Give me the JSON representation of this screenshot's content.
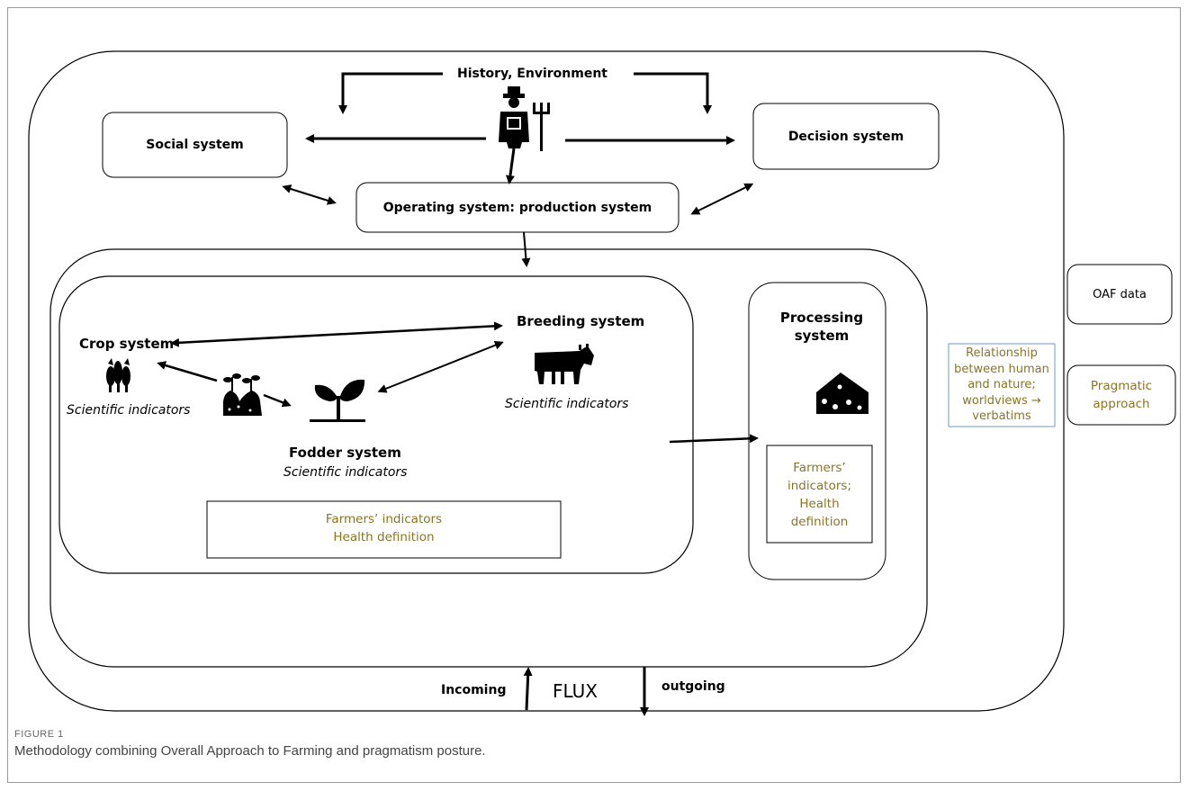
{
  "diagram": {
    "history_environment": "History, Environment",
    "social_system": "Social system",
    "decision_system": "Decision system",
    "operating_system": "Operating system: production system",
    "crop_system": "Crop system",
    "breeding_system": "Breeding system",
    "fodder_system": "Fodder system",
    "processing_system": "Processing system",
    "scientific_indicators_crop": "Scientific indicators",
    "scientific_indicators_breeding": "Scientific indicators",
    "scientific_indicators_fodder": "Scientific indicators",
    "farmers_indicators_line1": "Farmers’ indicators",
    "farmers_indicators_line2": "Health definition",
    "processing_indicators": "Farmers’ indicators; Health definition",
    "oaf_data": "OAF data",
    "pragmatic_approach": "Pragmatic approach",
    "relationship_text": "Relationship between human and nature; worldviews → verbatims",
    "incoming": "Incoming",
    "flux": "FLUX",
    "outgoing": "outgoing"
  },
  "icons": [
    "farmer-icon",
    "wheat-icon",
    "seedling-tray-icon",
    "plant-icon",
    "cow-icon",
    "cheese-icon"
  ],
  "colors": {
    "accent_text": "#8a7424",
    "relationship_border": "#6d9bc3"
  },
  "caption": {
    "label": "FIGURE 1",
    "text": "Methodology combining Overall Approach to Farming and pragmatism posture."
  }
}
